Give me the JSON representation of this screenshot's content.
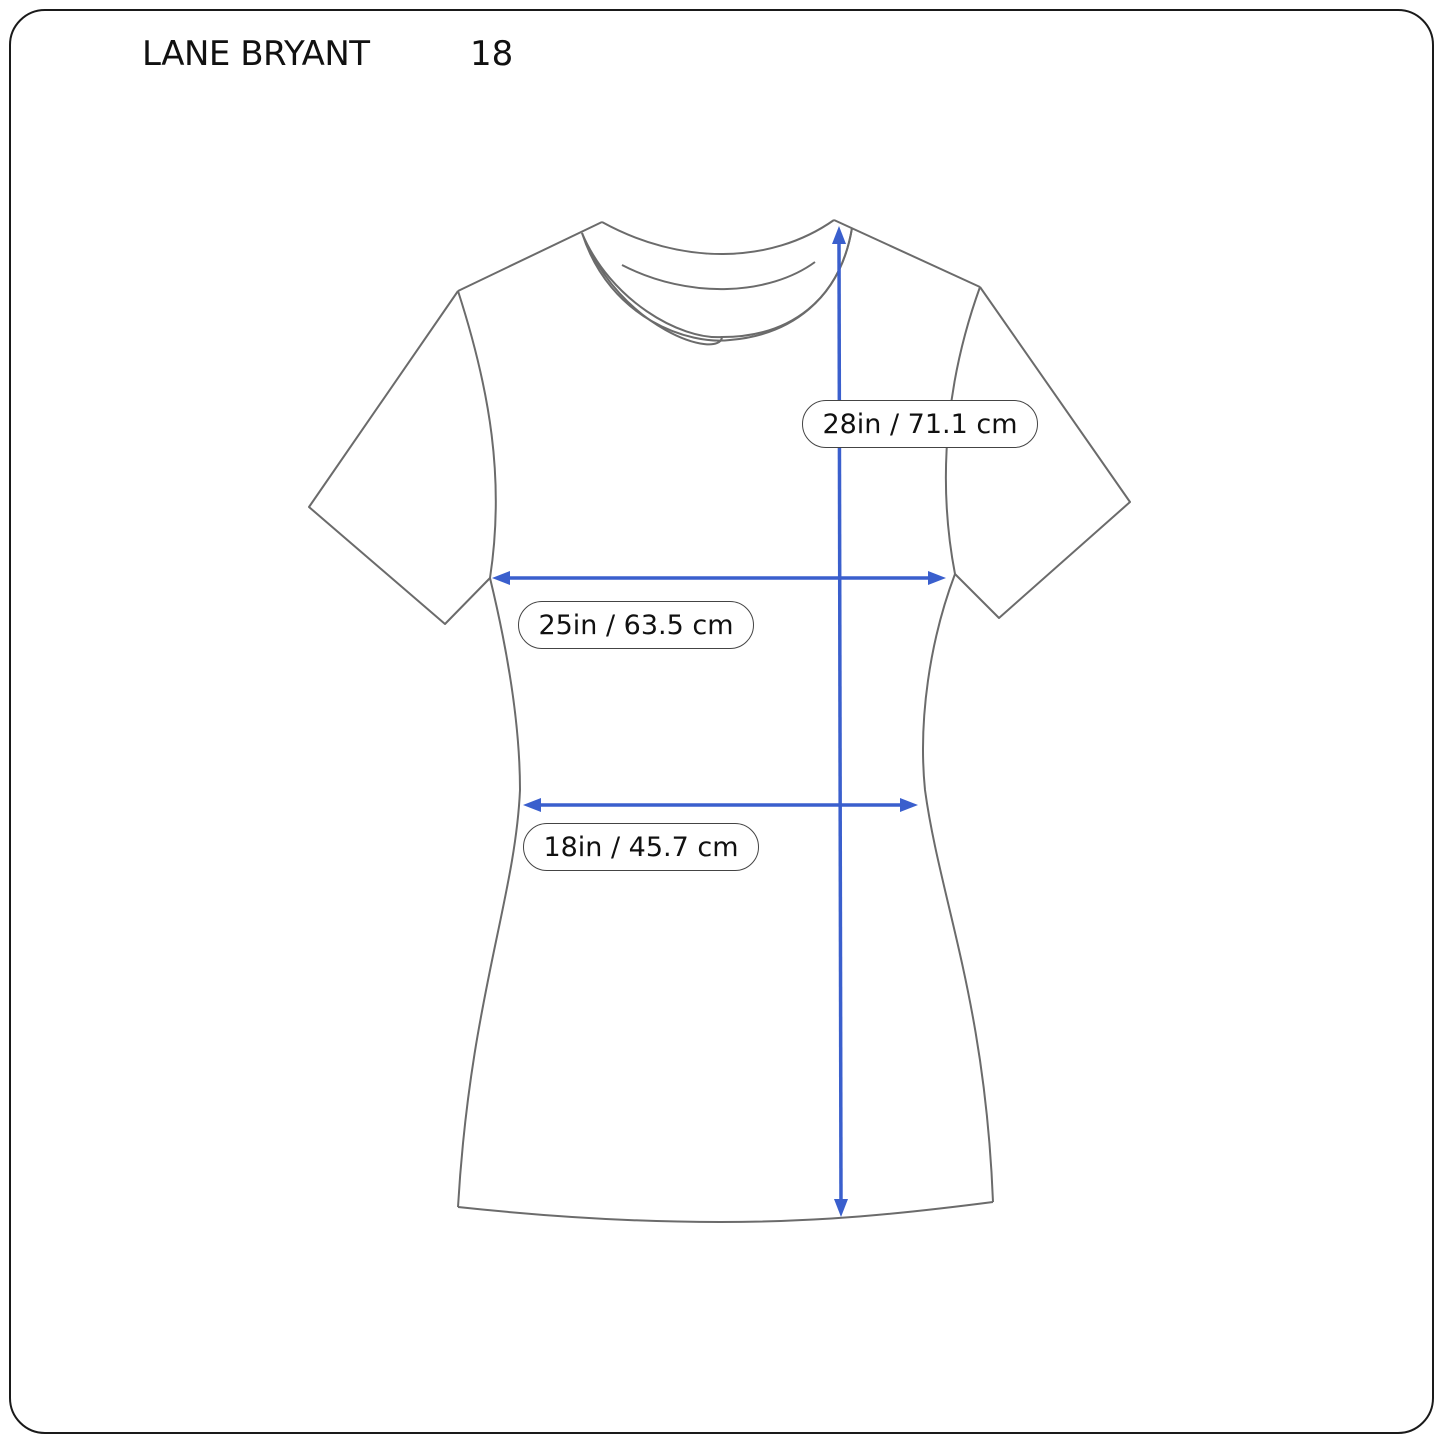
{
  "header": {
    "brand": "LANE BRYANT",
    "size": "18"
  },
  "measurements": {
    "length": {
      "label": "28in / 71.1 cm",
      "inches": 28,
      "cm": 71.1
    },
    "chest": {
      "label": "25in / 63.5 cm",
      "inches": 25,
      "cm": 63.5
    },
    "waist": {
      "label": "18in / 45.7 cm",
      "inches": 18,
      "cm": 45.7
    }
  },
  "colors": {
    "arrow": "#3a5fcd",
    "outline": "#6b6b6b",
    "frame": "#1a1a1a"
  },
  "garment": {
    "type": "t-shirt-icon"
  }
}
